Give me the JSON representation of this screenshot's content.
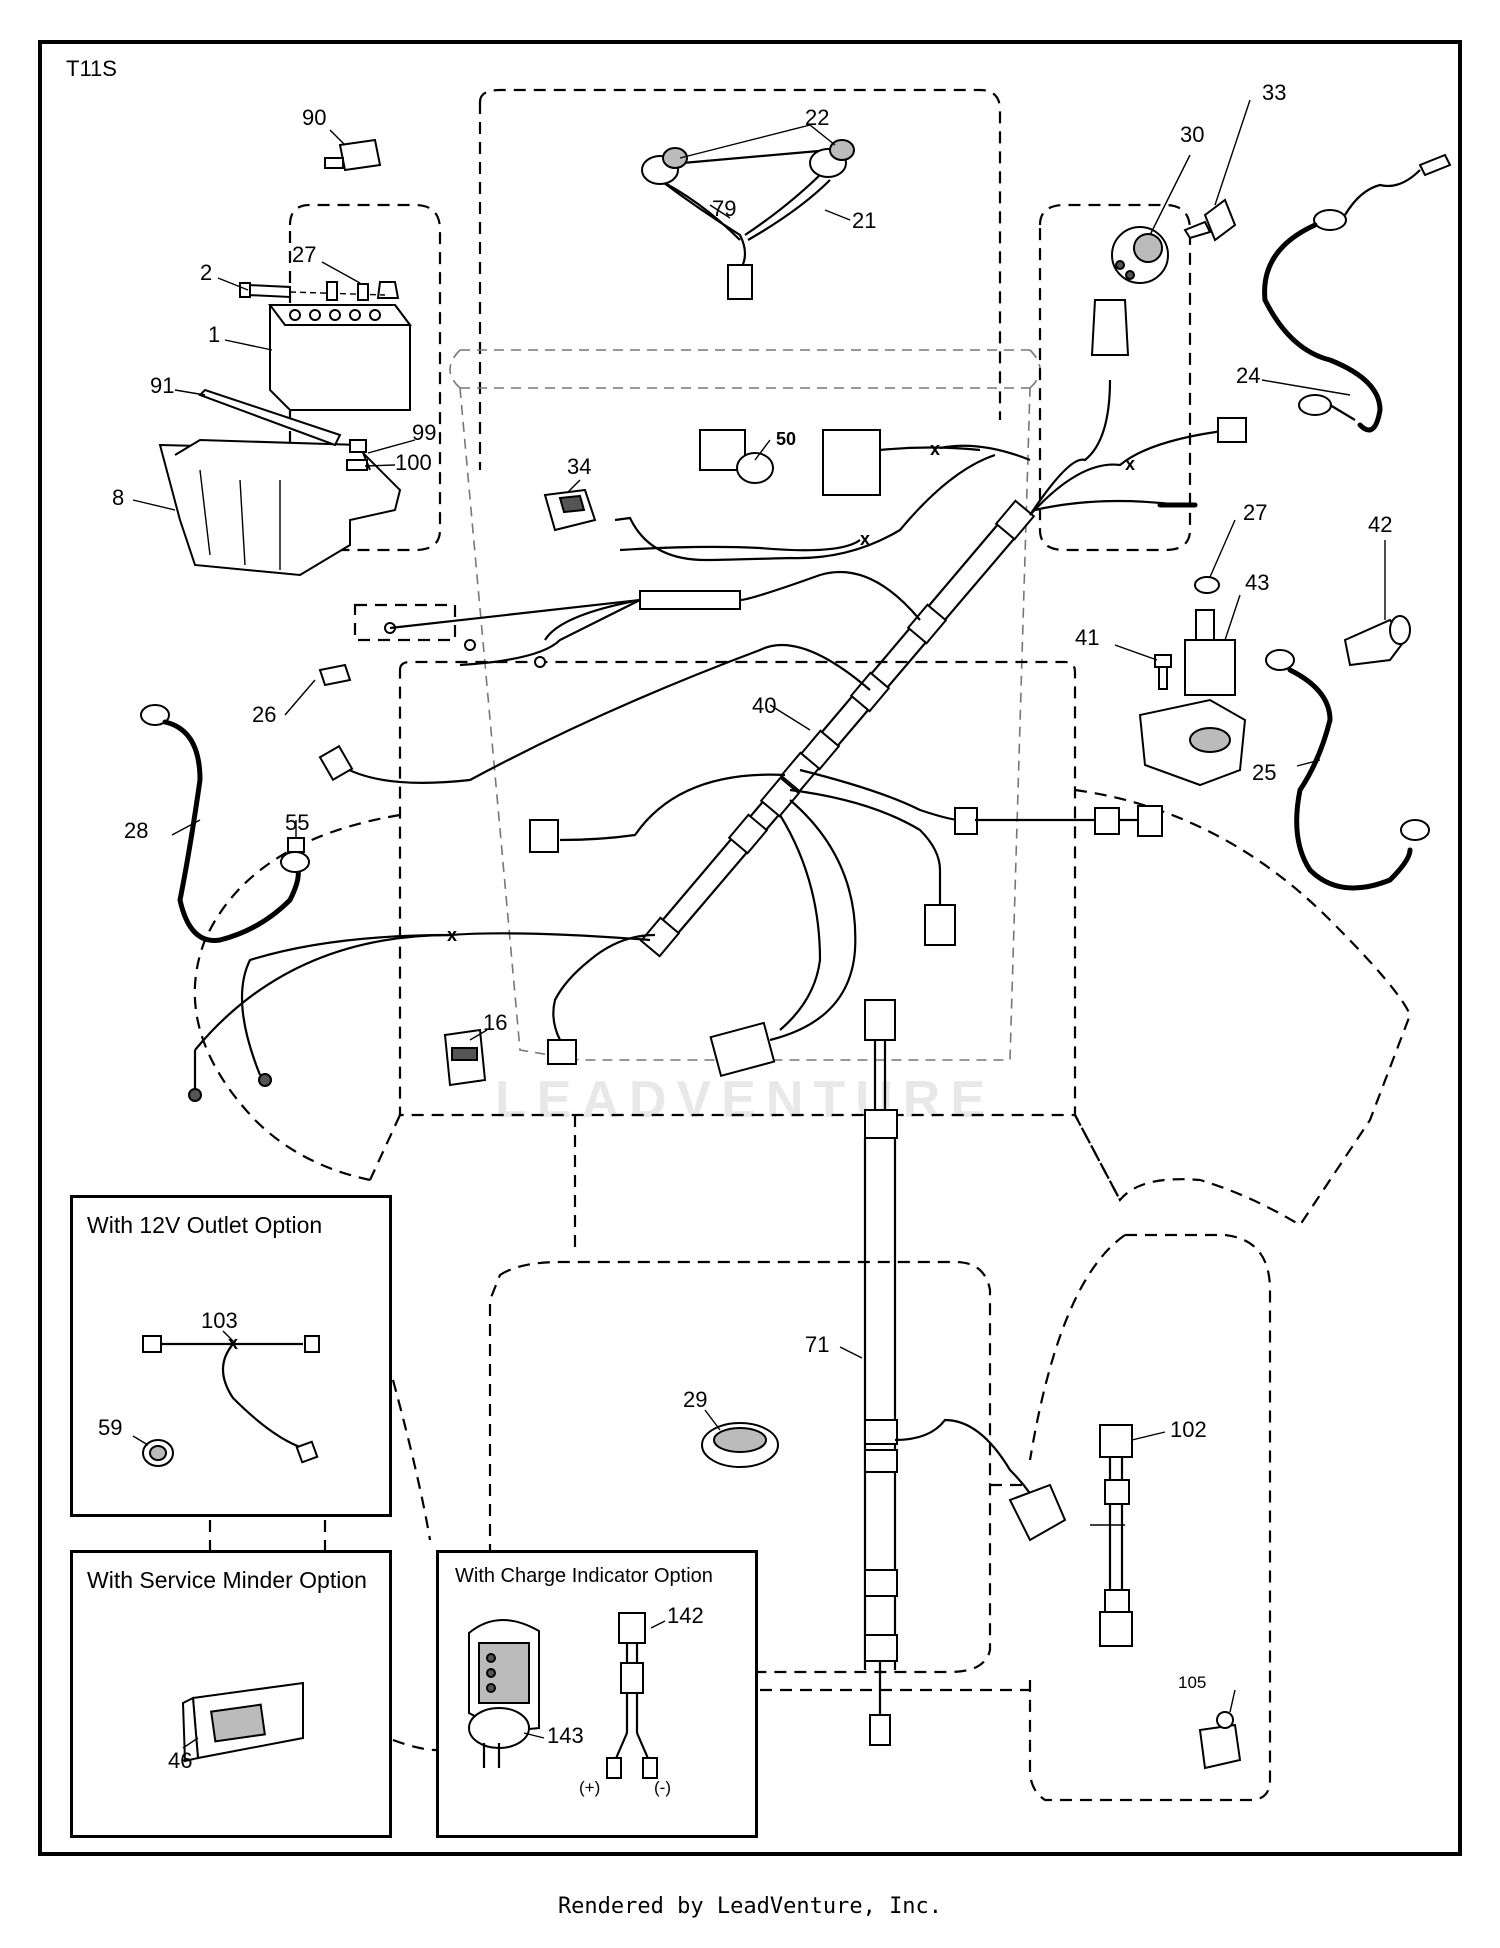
{
  "diagram_id": "T11S",
  "watermark": "LEADVENTURE",
  "footer": "Rendered by LeadVenture, Inc.",
  "callouts": {
    "c1": "1",
    "c2": "2",
    "c8": "8",
    "c16": "16",
    "c21": "21",
    "c22": "22",
    "c24": "24",
    "c25": "25",
    "c26": "26",
    "c27a": "27",
    "c27b": "27",
    "c28": "28",
    "c29": "29",
    "c30": "30",
    "c33": "33",
    "c34": "34",
    "c40": "40",
    "c41": "41",
    "c42": "42",
    "c43": "43",
    "c46": "46",
    "c50": "50",
    "c55": "55",
    "c59": "59",
    "c71": "71",
    "c79": "79",
    "c90": "90",
    "c91": "91",
    "c99": "99",
    "c100": "100",
    "c102": "102",
    "c103": "103",
    "c105": "105",
    "c142": "142",
    "c143": "143",
    "plus": "(+)",
    "minus": "(-)"
  },
  "options": {
    "outlet": "With 12V Outlet Option",
    "service_minder": "With Service Minder Option",
    "charge_indicator": "With Charge Indicator Option"
  }
}
